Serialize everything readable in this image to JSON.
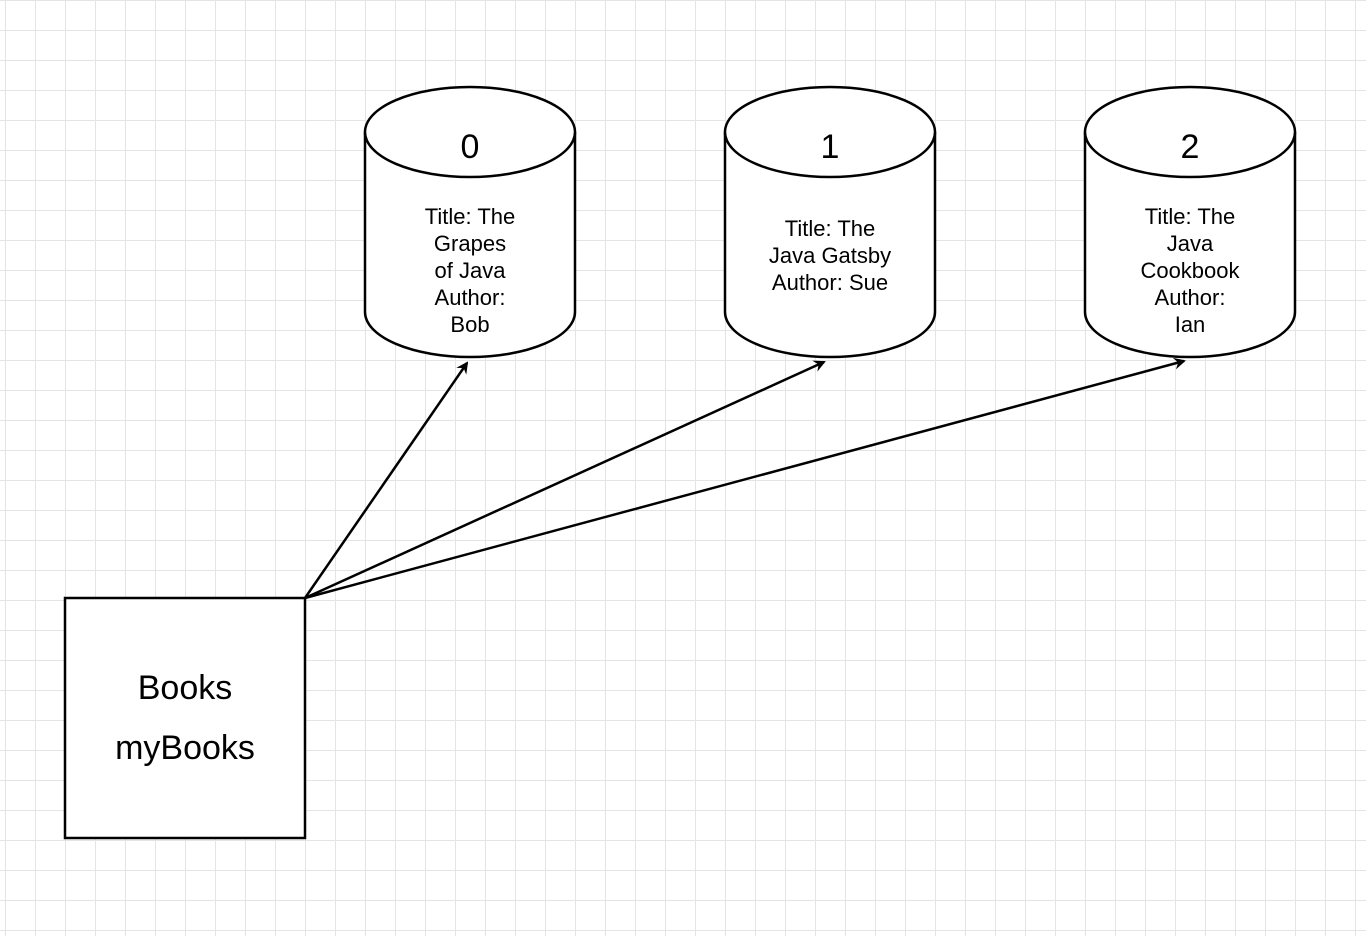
{
  "source_box": {
    "type_label": "Books",
    "var_label": "myBooks"
  },
  "elements": [
    {
      "index": "0",
      "lines": [
        "Title: The",
        "Grapes",
        "of Java",
        "Author:",
        "Bob"
      ]
    },
    {
      "index": "1",
      "lines": [
        "Title: The",
        "Java Gatsby",
        "Author: Sue"
      ]
    },
    {
      "index": "2",
      "lines": [
        "Title: The",
        "Java",
        "Cookbook",
        "Author:",
        "Ian"
      ]
    }
  ],
  "colors": {
    "stroke": "#000000",
    "fill": "#ffffff",
    "grid": "#e4e4e4"
  }
}
